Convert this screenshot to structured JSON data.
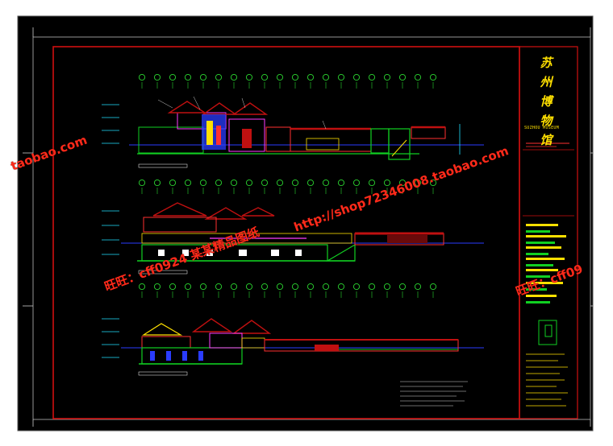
{
  "drawing": {
    "title_chars": [
      "苏",
      "州",
      "博",
      "物",
      "馆"
    ],
    "title_en": "SUZHOU MUSEUM"
  },
  "watermarks": [
    "taobao.com",
    "http://shop72346008.taobao.com",
    "旺旺：cff0924 某某精品图纸",
    "旺旺：cff09"
  ],
  "colors": {
    "canvas": "#000000",
    "border": "#d01010",
    "sheet_frame": "#cccccc",
    "axis": "#2bd630",
    "yellow": "#ffe000",
    "roof": "#c01010",
    "wall_blue": "#2a3cff",
    "floor_green": "#11d022",
    "magenta": "#ff3cff",
    "cyan": "#20e0ff"
  }
}
